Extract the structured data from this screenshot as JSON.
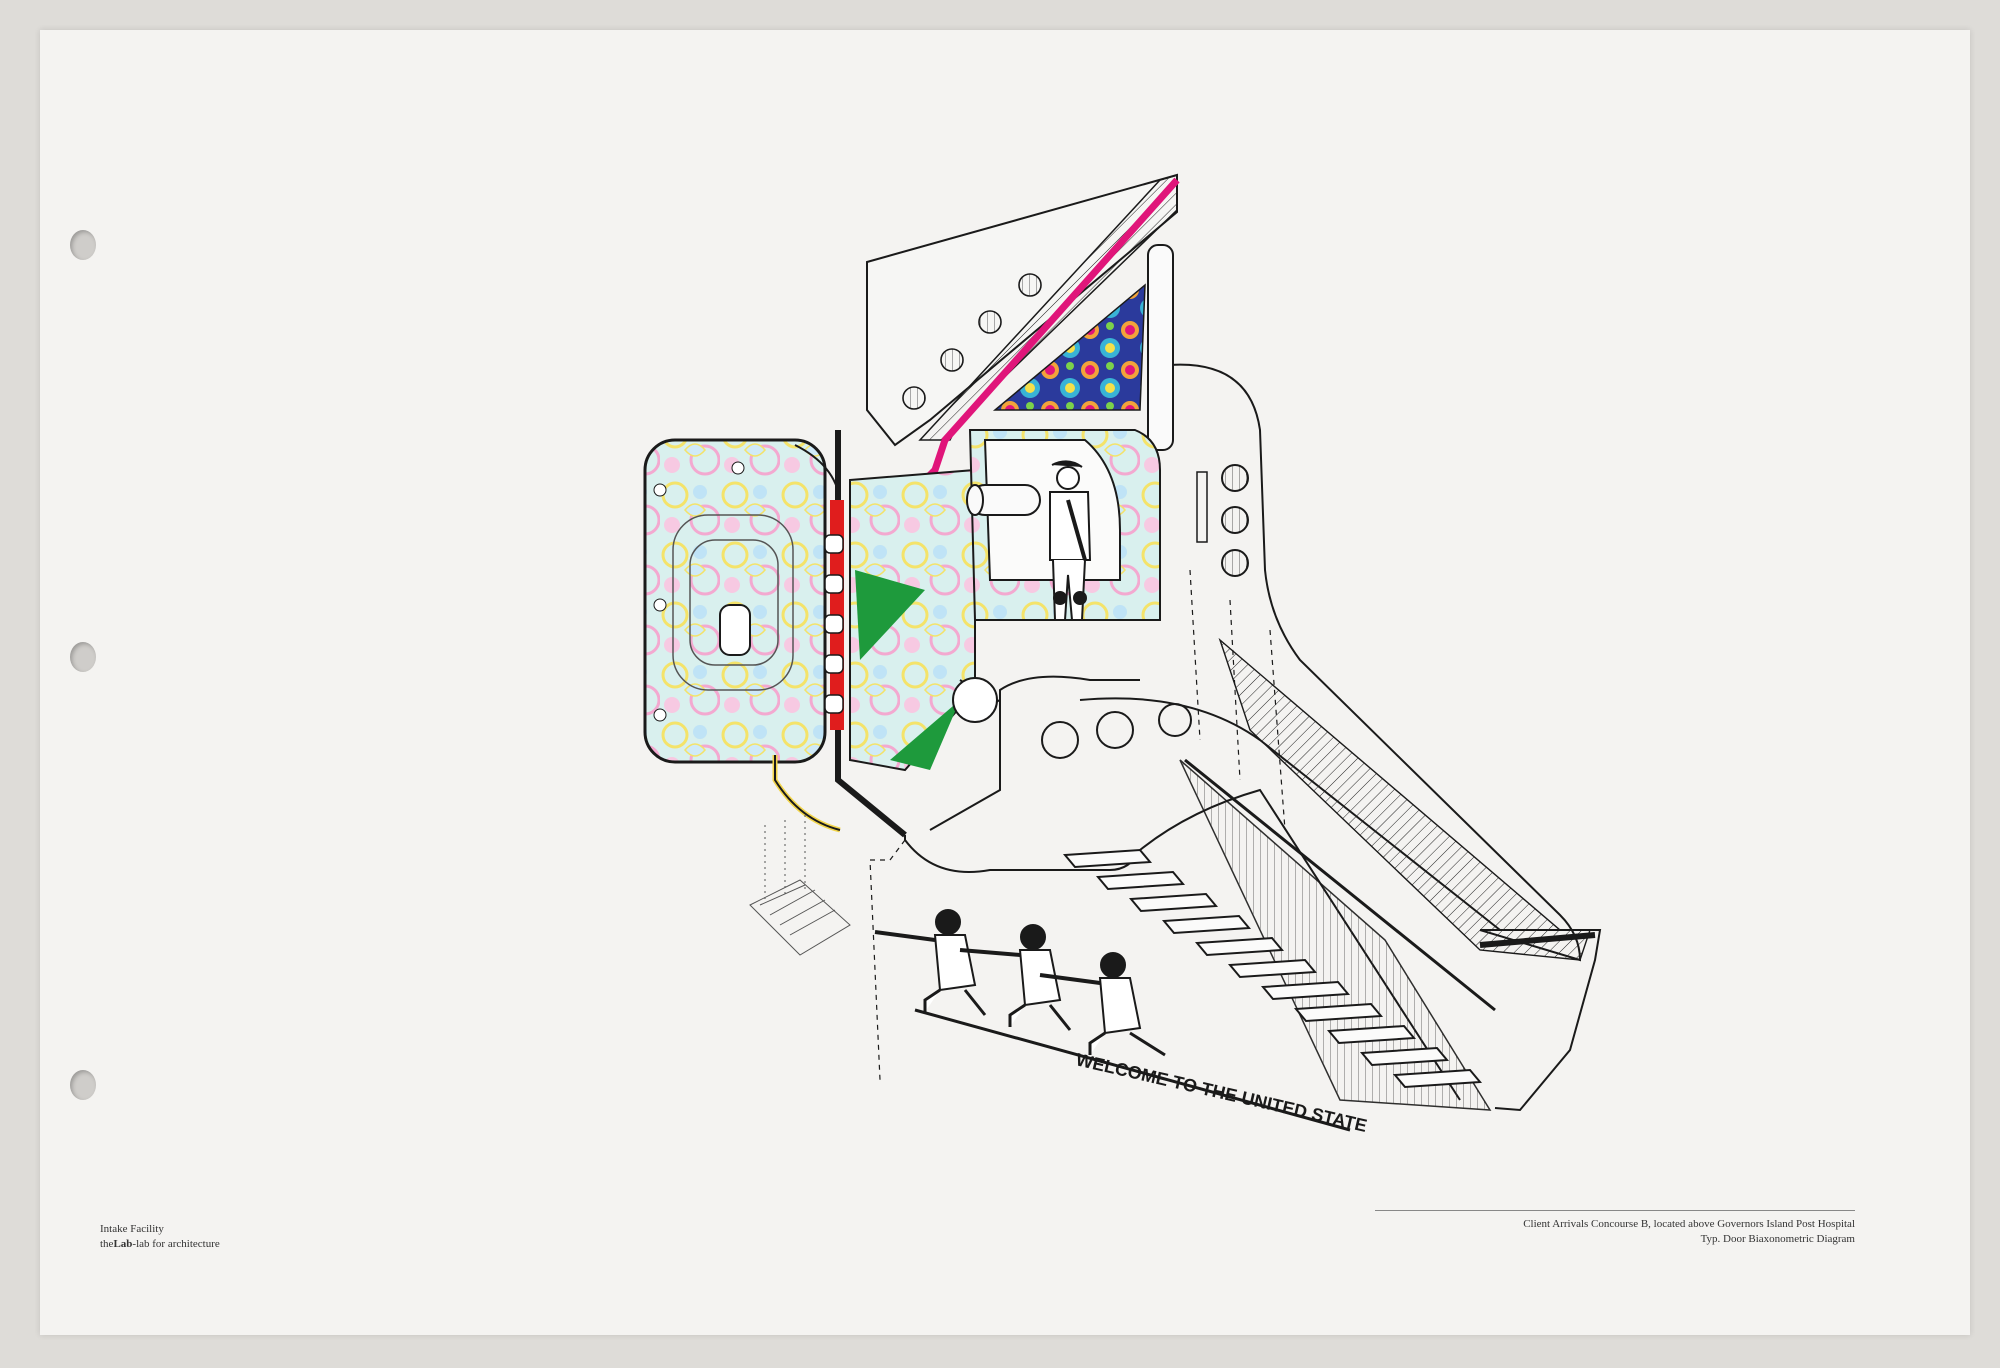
{
  "caption_left": {
    "line1": "Intake Facility",
    "line2_bold": "Lab",
    "line2_prefix": "the",
    "line2_suffix": "-lab for architecture"
  },
  "caption_right": {
    "line1": "Client Arrivals Concourse B, located above Governors Island Post Hospital",
    "line2": "Typ. Door Biaxonometric Diagram"
  },
  "drawing": {
    "floor_text": "WELCOME TO THE UNITED STATE",
    "colors": {
      "magenta": "#e0157a",
      "green": "#1e9a3c",
      "red": "#e01d1d",
      "pastel_pink": "#f6c3df",
      "pastel_blue": "#bfe6f2",
      "pastel_yellow": "#f5ef9a",
      "line": "#1a1a1a",
      "paper": "#f4f3f1"
    }
  }
}
